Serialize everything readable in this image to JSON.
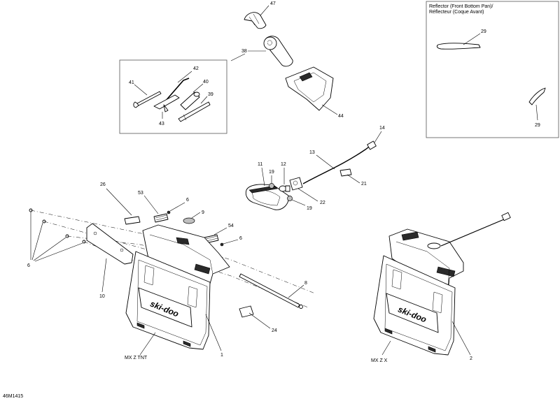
{
  "diagram_id": "46M1415",
  "reflector_note": {
    "line1": "Reflector (Front Bottom Pan)/",
    "line2": "Réflecteur (Coque Avant)"
  },
  "model_labels": {
    "left": "MX Z TNT",
    "right": "MX Z X"
  },
  "callouts": {
    "c47": "47",
    "c38": "38",
    "c44": "44",
    "c42": "42",
    "c41": "41",
    "c40": "40",
    "c39": "39",
    "c43": "43",
    "c29a": "29",
    "c29b": "29",
    "c14": "14",
    "c13": "13",
    "c11": "11",
    "c12": "12",
    "c19a": "19",
    "c19b": "19",
    "c22": "22",
    "c21": "21",
    "c26": "26",
    "c53": "53",
    "c6a": "6",
    "c9": "9",
    "c54": "54",
    "c6b": "6",
    "c6c": "6",
    "c10": "10",
    "c8": "8",
    "c24": "24",
    "c1": "1",
    "c2": "2"
  },
  "brand_text": "ski-doo"
}
